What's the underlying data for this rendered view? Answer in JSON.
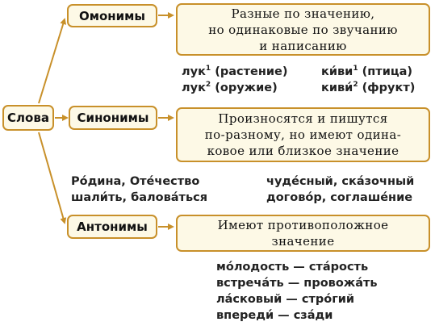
{
  "root": {
    "label": "Слова"
  },
  "categories": {
    "homonyms": {
      "label": "Омонимы",
      "definition": [
        "Разные по значению,",
        "но одинаковые по звучанию",
        "и написанию"
      ],
      "examples": {
        "luk1": "лук",
        "luk1_sup": "1",
        "luk1_note": " (растение)",
        "luk2": "лук",
        "luk2_sup": "2",
        "luk2_note": " (оружие)",
        "kivi1": "ки́ви",
        "kivi1_sup": "1",
        "kivi1_note": " (птица)",
        "kivi2": "киви́",
        "kivi2_sup": "2",
        "kivi2_note": " (фрукт)"
      }
    },
    "synonyms": {
      "label": "Синонимы",
      "definition": [
        "Произносятся и пишутся",
        "по-разному, но имеют одина-",
        "ковое или близкое значение"
      ],
      "examples": [
        "Ро́дина, Оте́чество",
        "чуде́сный, ска́зочный",
        "шали́ть, балова́ться",
        "догово́р, соглаше́ние"
      ]
    },
    "antonyms": {
      "label": "Антонимы",
      "definition": [
        "Имеют противоположное",
        "значение"
      ],
      "examples": [
        "мо́лодость — ста́рость",
        "встреча́ть — провожа́ть",
        "ла́сковый — стро́гий",
        "впереди́ — сза́ди"
      ]
    }
  },
  "colors": {
    "arrow": "#c8902a",
    "box_border": "#c8902a",
    "box_fill": "#fdf9e6"
  }
}
